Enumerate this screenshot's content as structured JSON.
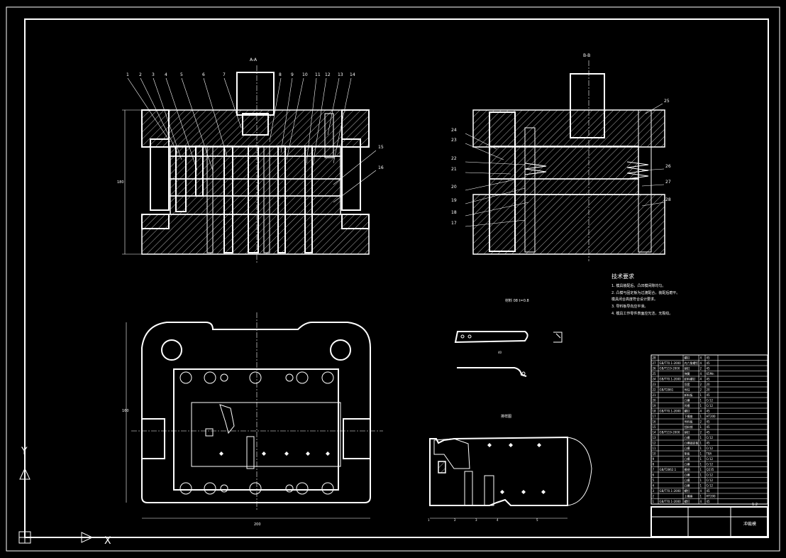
{
  "views": {
    "front_section_title": "A-A",
    "side_section_title": "B-B",
    "layout_label": "排样图",
    "part_caption": "材料 08 t=0.8"
  },
  "part_numbers": {
    "front": [
      "1",
      "2",
      "3",
      "4",
      "5",
      "6",
      "7",
      "8",
      "9",
      "10",
      "11",
      "12",
      "13",
      "14",
      "15",
      "16"
    ],
    "side": [
      "17",
      "18",
      "19",
      "20",
      "21",
      "22",
      "23",
      "24",
      "25",
      "26",
      "27",
      "28"
    ]
  },
  "technical_requirements": {
    "title": "技术要求",
    "lines": [
      "1. 模具装配后，凸凹模间隙均匀。",
      "2. 凸模与固定板为过渡配合，装配后磨平。",
      "   模具闭合高度符合设计要求。",
      "3. 导料板导向应平滑。",
      "4. 模具工作零件表面应光洁，无裂纹。"
    ]
  },
  "title_block": {
    "drawing_name": "冲裁模",
    "scale_label": "1:2"
  },
  "bom_rows": [
    {
      "no": "28",
      "std": "",
      "name": "螺钉",
      "qty": "4",
      "mat": "45"
    },
    {
      "no": "27",
      "std": "GB/T70.1-2000",
      "name": "内六角螺钉",
      "qty": "4",
      "mat": "45"
    },
    {
      "no": "26",
      "std": "GB/T119-2000",
      "name": "销钉",
      "qty": "2",
      "mat": "45"
    },
    {
      "no": "25",
      "std": "",
      "name": "弹簧",
      "qty": "4",
      "mat": "65Mn"
    },
    {
      "no": "24",
      "std": "GB/T70.1-2000",
      "name": "卸料螺钉",
      "qty": "4",
      "mat": "45"
    },
    {
      "no": "23",
      "std": "",
      "name": "导套",
      "qty": "2",
      "mat": "20"
    },
    {
      "no": "22",
      "std": "GB/T2861",
      "name": "导柱",
      "qty": "2",
      "mat": "20"
    },
    {
      "no": "21",
      "std": "",
      "name": "卸料板",
      "qty": "1",
      "mat": "45"
    },
    {
      "no": "20",
      "std": "",
      "name": "凸模",
      "qty": "1",
      "mat": "Cr12"
    },
    {
      "no": "19",
      "std": "",
      "name": "凹模",
      "qty": "1",
      "mat": "Cr12"
    },
    {
      "no": "18",
      "std": "GB/T70.1-2000",
      "name": "螺钉",
      "qty": "4",
      "mat": "45"
    },
    {
      "no": "17",
      "std": "",
      "name": "下模座",
      "qty": "1",
      "mat": "HT200"
    },
    {
      "no": "16",
      "std": "",
      "name": "导料板",
      "qty": "2",
      "mat": "45"
    },
    {
      "no": "15",
      "std": "",
      "name": "挡料销",
      "qty": "1",
      "mat": "45"
    },
    {
      "no": "14",
      "std": "GB/T119-2000",
      "name": "销钉",
      "qty": "2",
      "mat": "45"
    },
    {
      "no": "13",
      "std": "",
      "name": "凸模",
      "qty": "1",
      "mat": "Cr12"
    },
    {
      "no": "12",
      "std": "",
      "name": "凸模固定板",
      "qty": "1",
      "mat": "45"
    },
    {
      "no": "11",
      "std": "",
      "name": "凸模",
      "qty": "1",
      "mat": "Cr12"
    },
    {
      "no": "10",
      "std": "",
      "name": "垫板",
      "qty": "1",
      "mat": "T8A"
    },
    {
      "no": "9",
      "std": "",
      "name": "凸模",
      "qty": "1",
      "mat": "Cr12"
    },
    {
      "no": "8",
      "std": "",
      "name": "凸模",
      "qty": "1",
      "mat": "Cr12"
    },
    {
      "no": "7",
      "std": "GB/T2862.1",
      "name": "模柄",
      "qty": "1",
      "mat": "Q235"
    },
    {
      "no": "6",
      "std": "",
      "name": "凸模",
      "qty": "1",
      "mat": "Cr12"
    },
    {
      "no": "5",
      "std": "",
      "name": "凸模",
      "qty": "1",
      "mat": "Cr12"
    },
    {
      "no": "4",
      "std": "",
      "name": "凸模",
      "qty": "1",
      "mat": "Cr12"
    },
    {
      "no": "3",
      "std": "GB/T70.1-2000",
      "name": "螺钉",
      "qty": "4",
      "mat": "45"
    },
    {
      "no": "2",
      "std": "",
      "name": "上模座",
      "qty": "1",
      "mat": "HT200"
    },
    {
      "no": "1",
      "std": "GB/T70.1-2000",
      "name": "螺钉",
      "qty": "4",
      "mat": "45"
    }
  ],
  "ucs": {
    "x_label": "X",
    "y_label": "Y"
  }
}
